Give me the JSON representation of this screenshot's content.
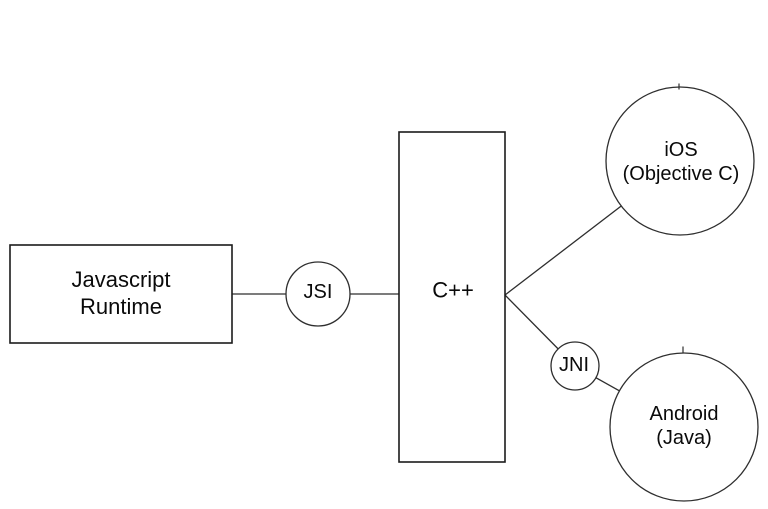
{
  "diagram": {
    "background": "#ffffff",
    "line_color": "#2e2e2e",
    "box_border_color": "#1c1c1c",
    "text_color": "#0a0a0a",
    "nodes": {
      "js_runtime": {
        "line1": "Javascript",
        "line2": "Runtime",
        "shape": "rectangle"
      },
      "jsi": {
        "label": "JSI",
        "shape": "circle"
      },
      "cpp": {
        "label": "C++",
        "shape": "rectangle"
      },
      "ios": {
        "line1": "iOS",
        "line2": "(Objective C)",
        "shape": "circle"
      },
      "jni": {
        "label": "JNI",
        "shape": "circle"
      },
      "android": {
        "line1": "Android",
        "line2": "(Java)",
        "shape": "circle"
      }
    },
    "edges": [
      {
        "from": "js_runtime",
        "to": "jsi"
      },
      {
        "from": "jsi",
        "to": "cpp"
      },
      {
        "from": "cpp",
        "to": "ios"
      },
      {
        "from": "cpp",
        "to": "jni"
      },
      {
        "from": "jni",
        "to": "android"
      }
    ]
  }
}
